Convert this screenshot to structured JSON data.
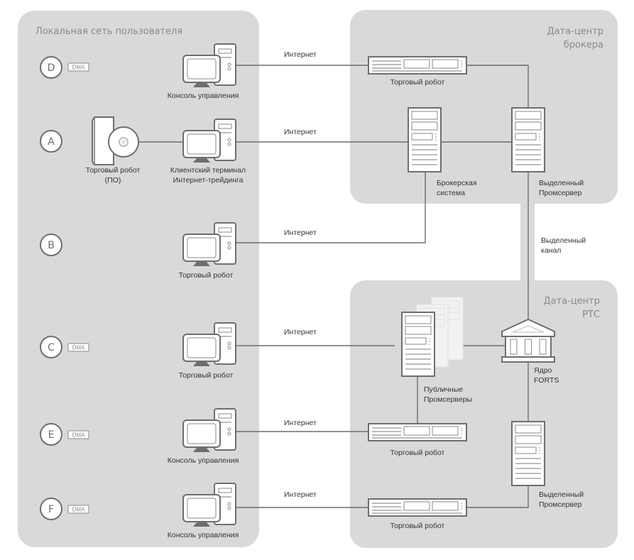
{
  "zones": {
    "user_lan": {
      "title": "Локальная сеть пользователя"
    },
    "broker_dc": {
      "title_line1": "Дата-центр",
      "title_line2": "брокера"
    },
    "rts_dc": {
      "title_line1": "Дата-центр",
      "title_line2": "РТС"
    }
  },
  "rows": [
    {
      "id": "D",
      "dma": "DMA",
      "device_label": "Консоль управления",
      "link_label": "Интернет"
    },
    {
      "id": "A",
      "dma": null,
      "software_label_line1": "Торговый робот",
      "software_label_line2": "(ПО)",
      "device_label_line1": "Клиентский терминал",
      "device_label_line2": "Интернет-трейдинга",
      "link_label": "Интернет"
    },
    {
      "id": "B",
      "dma": null,
      "device_label": "Торговый робот",
      "link_label": "Интернет"
    },
    {
      "id": "C",
      "dma": "DMA",
      "device_label": "Торговый робот",
      "link_label": "Интернет"
    },
    {
      "id": "E",
      "dma": "DMA",
      "device_label": "Консоль управления",
      "link_label": "Интернет"
    },
    {
      "id": "F",
      "dma": "DMA",
      "device_label": "Консоль управления",
      "link_label": "Интернет"
    }
  ],
  "broker": {
    "robot_server": "Торговый робот",
    "broker_system_line1": "Брокерская",
    "broker_system_line2": "система",
    "dedicated_server_line1": "Выделенный",
    "dedicated_server_line2": "Промсервер"
  },
  "channel": {
    "line1": "Выделенный",
    "line2": "канал"
  },
  "rts": {
    "public_servers_line1": "Публичные",
    "public_servers_line2": "Промсерверы",
    "core_line1": "Ядро",
    "core_line2": "FORTS",
    "robot_server_e": "Торговый робот",
    "robot_server_f": "Торговый робот",
    "dedicated_server_line1": "Выделенный",
    "dedicated_server_line2": "Промсервер"
  }
}
